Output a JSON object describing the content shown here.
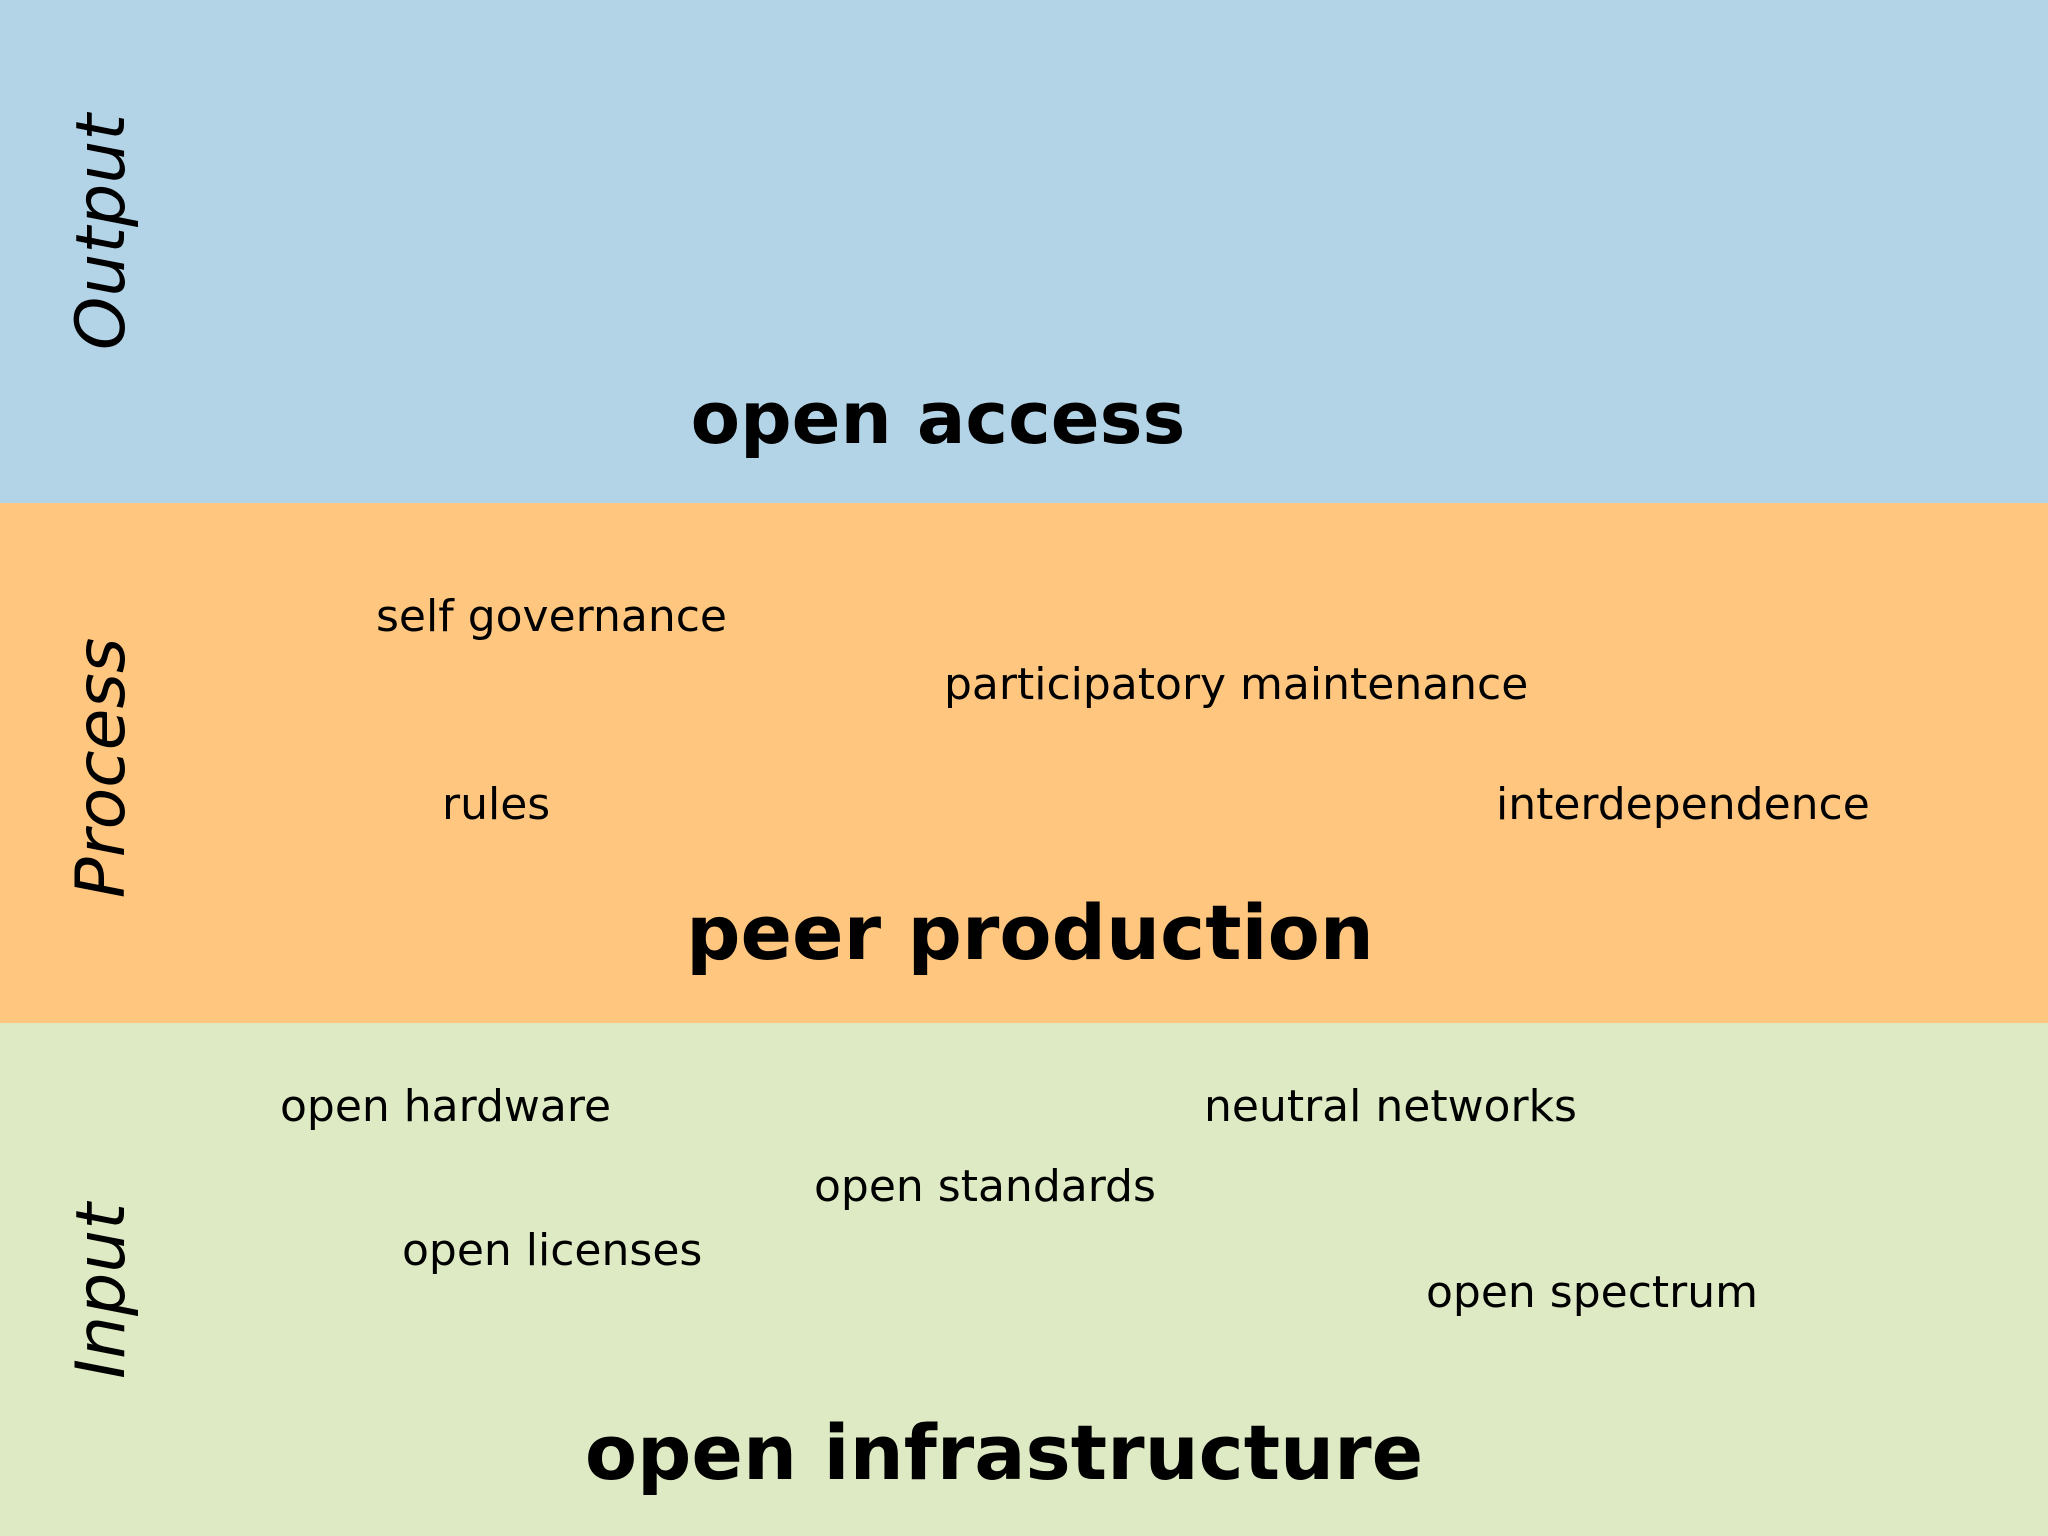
{
  "colors": {
    "output_band": "#b3d3e6",
    "process_band": "#fec67f",
    "input_band": "#ddeac4",
    "border": "#3a3a3a"
  },
  "output": {
    "side_label": "Output",
    "headline": "open access"
  },
  "process": {
    "side_label": "Process",
    "headline": "peer production",
    "terms": {
      "self_governance": "self governance",
      "participatory_maintenance": "participatory maintenance",
      "rules": "rules",
      "interdependence": "interdependence"
    }
  },
  "input": {
    "side_label": "Input",
    "headline": "open infrastructure",
    "terms": {
      "open_hardware": "open hardware",
      "neutral_networks": "neutral networks",
      "open_standards": "open standards",
      "open_licenses": "open licenses",
      "open_spectrum": "open spectrum"
    }
  }
}
